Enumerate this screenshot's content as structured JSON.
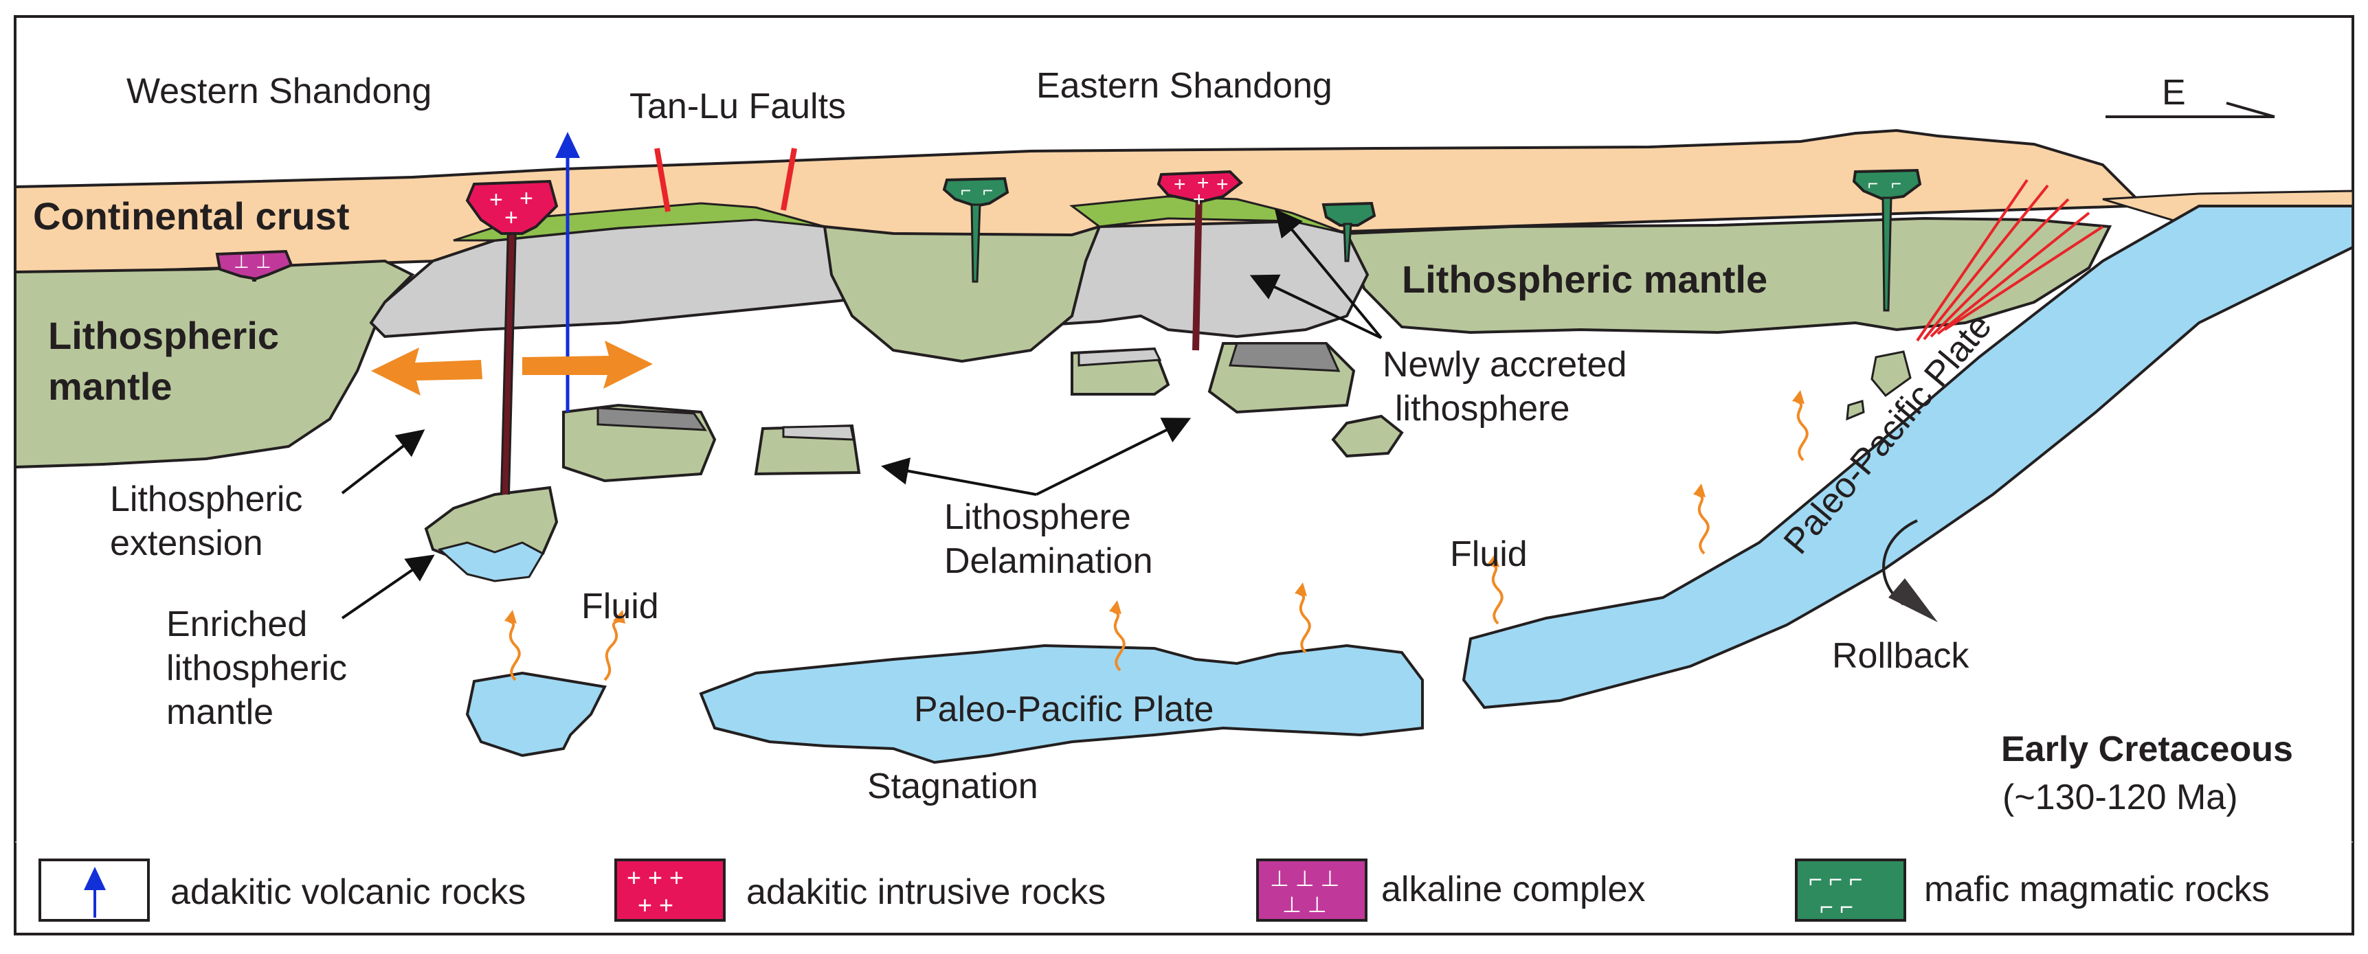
{
  "regions": {
    "western": "Western Shandong",
    "eastern": "Eastern Shandong",
    "faults": "Tan-Lu Faults",
    "direction": "E"
  },
  "layers": {
    "crust": "Continental crust",
    "mantle_left_line1": "Lithospheric",
    "mantle_left_line2": "mantle",
    "mantle_right": "Lithospheric mantle"
  },
  "annotations": {
    "newly_accreted_line1": "Newly accreted",
    "newly_accreted_line2": "lithosphere",
    "extension_line1": "Lithospheric",
    "extension_line2": "extension",
    "enriched_line1": "Enriched",
    "enriched_line2": "lithospheric",
    "enriched_line3": "mantle",
    "delamination_line1": "Lithosphere",
    "delamination_line2": "Delamination",
    "fluid_left": "Fluid",
    "fluid_right": "Fluid",
    "slab_flat": "Paleo-Pacific Plate",
    "slab_dipping": "Paleo-Pacific Plate",
    "stagnation": "Stagnation",
    "rollback": "Rollback"
  },
  "period": {
    "name": "Early Cretaceous",
    "age": "(~130-120 Ma)"
  },
  "legend": [
    {
      "label": "adakitic volcanic  rocks",
      "symbol": "blue-arrow-icon"
    },
    {
      "label": "adakitic  intrusive  rocks",
      "symbol": "plus-pattern-icon",
      "color": "#e8145a"
    },
    {
      "label": "alkaline  complex",
      "symbol": "inverted-t-pattern-icon",
      "color": "#c0399a"
    },
    {
      "label": "mafic magmatic rocks",
      "symbol": "corner-pattern-icon",
      "color": "#2e8b5e"
    }
  ],
  "colors": {
    "crust": "#f9d3a6",
    "mantle": "#b8c79b",
    "accreted": "#8fc04d",
    "delaminated_gray": "#cdcdcd",
    "slab": "#9fd8f2",
    "arrow_orange": "#f08a24",
    "fault_red": "#e8252a",
    "volcanic_blue": "#1230d8"
  }
}
